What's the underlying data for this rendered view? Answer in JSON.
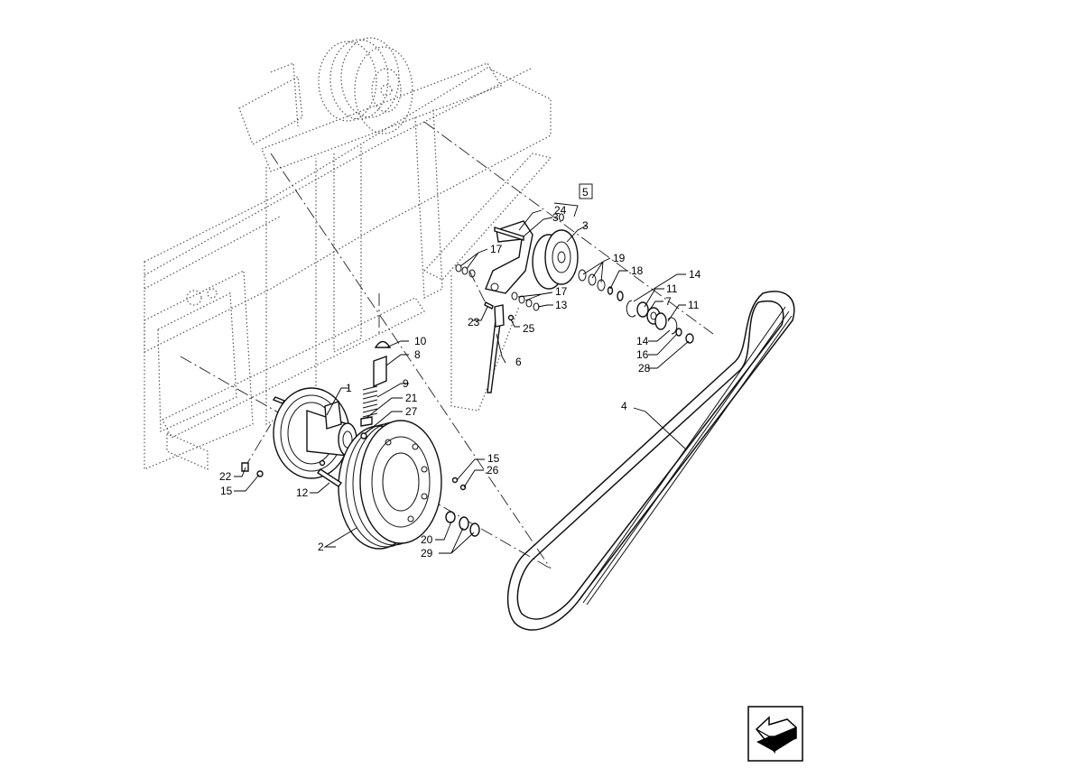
{
  "callouts": [
    {
      "id": "p1",
      "label": "1"
    },
    {
      "id": "p2",
      "label": "2"
    },
    {
      "id": "p3",
      "label": "3"
    },
    {
      "id": "p4",
      "label": "4"
    },
    {
      "id": "p5",
      "label": "5"
    },
    {
      "id": "p6",
      "label": "6"
    },
    {
      "id": "p7",
      "label": "7"
    },
    {
      "id": "p8",
      "label": "8"
    },
    {
      "id": "p9",
      "label": "9"
    },
    {
      "id": "p10",
      "label": "10"
    },
    {
      "id": "p11a",
      "label": "11"
    },
    {
      "id": "p11b",
      "label": "11"
    },
    {
      "id": "p12",
      "label": "12"
    },
    {
      "id": "p13",
      "label": "13"
    },
    {
      "id": "p14a",
      "label": "14"
    },
    {
      "id": "p14b",
      "label": "14"
    },
    {
      "id": "p15a",
      "label": "15"
    },
    {
      "id": "p15b",
      "label": "15"
    },
    {
      "id": "p16",
      "label": "16"
    },
    {
      "id": "p17a",
      "label": "17"
    },
    {
      "id": "p17b",
      "label": "17"
    },
    {
      "id": "p18",
      "label": "18"
    },
    {
      "id": "p19",
      "label": "19"
    },
    {
      "id": "p20",
      "label": "20"
    },
    {
      "id": "p21",
      "label": "21"
    },
    {
      "id": "p22",
      "label": "22"
    },
    {
      "id": "p23",
      "label": "23"
    },
    {
      "id": "p24",
      "label": "24"
    },
    {
      "id": "p25",
      "label": "25"
    },
    {
      "id": "p26",
      "label": "26"
    },
    {
      "id": "p27",
      "label": "27"
    },
    {
      "id": "p28",
      "label": "28"
    },
    {
      "id": "p29",
      "label": "29"
    },
    {
      "id": "p30",
      "label": "30"
    }
  ],
  "icons": {
    "nav": "previous-page-arrow-icon"
  }
}
